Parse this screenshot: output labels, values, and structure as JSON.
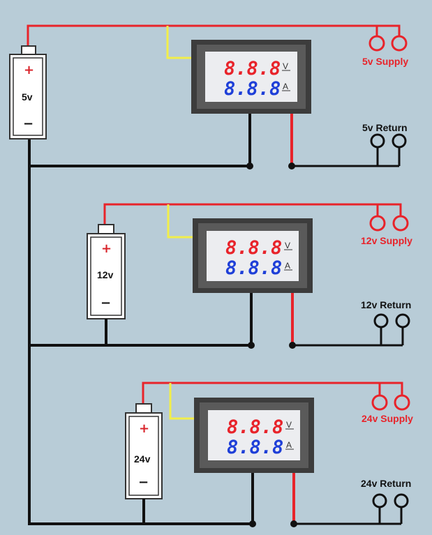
{
  "colors": {
    "background": "#b8ccd7",
    "supply_wire": "#e8232a",
    "ground_wire": "#111111",
    "sense_wire": "#f2ee4a",
    "meter_bezel": "#4a4a4a",
    "display_face": "#ecedf0",
    "voltage_digits": "#e8232a",
    "current_digits": "#1e3fd8"
  },
  "circuits": [
    {
      "battery_voltage": "5v",
      "battery_plus": "+",
      "battery_minus": "−",
      "voltage_reading": "8.8.8",
      "voltage_unit": "V",
      "current_reading": "8.8.8",
      "current_unit": "A",
      "supply_label": "5v Supply",
      "return_label": "5v Return"
    },
    {
      "battery_voltage": "12v",
      "battery_plus": "+",
      "battery_minus": "−",
      "voltage_reading": "8.8.8",
      "voltage_unit": "V",
      "current_reading": "8.8.8",
      "current_unit": "A",
      "supply_label": "12v Supply",
      "return_label": "12v Return"
    },
    {
      "battery_voltage": "24v",
      "battery_plus": "+",
      "battery_minus": "−",
      "voltage_reading": "8.8.8",
      "voltage_unit": "V",
      "current_reading": "8.8.8",
      "current_unit": "A",
      "supply_label": "24v Supply",
      "return_label": "24v Return"
    }
  ]
}
